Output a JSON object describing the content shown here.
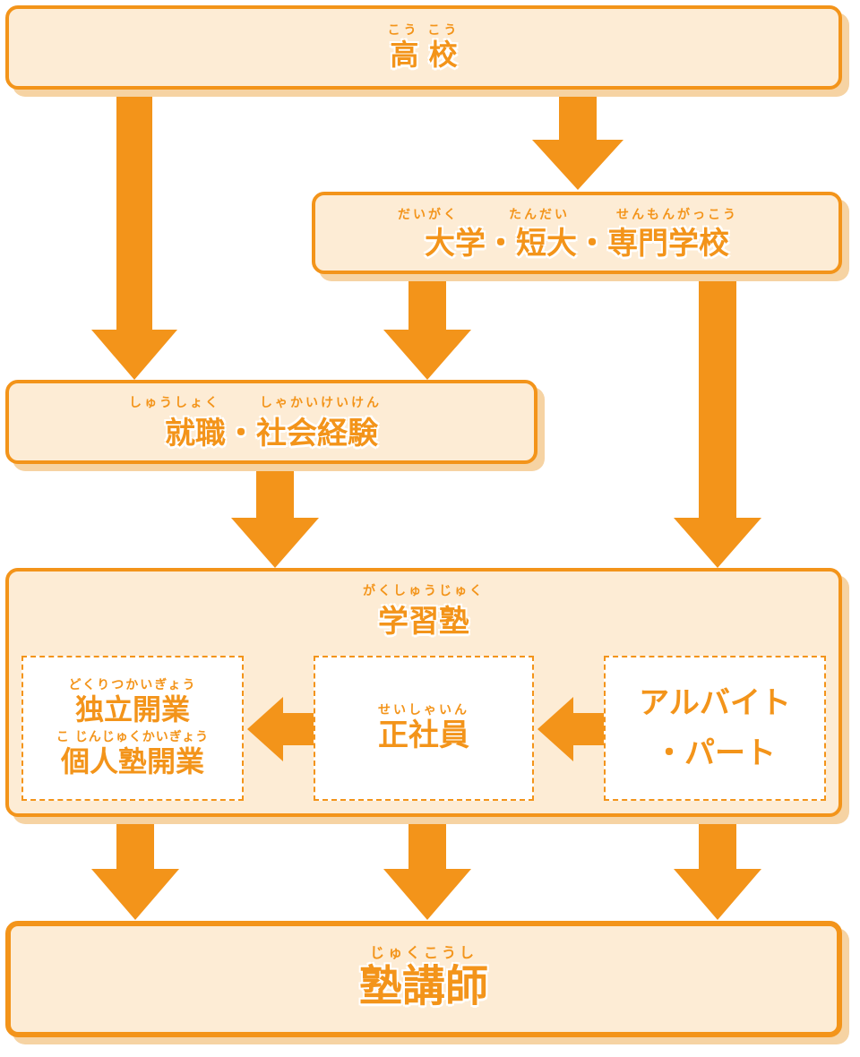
{
  "nodes": {
    "high_school": {
      "ruby": "こう こう",
      "title": "高 校"
    },
    "university": {
      "ruby_parts": [
        "だいがく",
        "たんだい",
        "せんもんがっこう"
      ],
      "title": "大学・短大・専門学校"
    },
    "employment": {
      "ruby_parts": [
        "しゅうしょく",
        "しゃかいけいけん"
      ],
      "title": "就職・社会経験"
    },
    "cram_school": {
      "ruby": "がくしゅうじゅく",
      "title": "学習塾",
      "independent": {
        "ruby1": "どくりつかいぎょう",
        "title1": "独立開業",
        "ruby2": "こ じんじゅくかいぎょう",
        "title2": "個人塾開業"
      },
      "full_time": {
        "ruby": "せいしゃいん",
        "title": "正社員"
      },
      "part_time": {
        "line1": "アルバイト",
        "line2": "・パート"
      }
    },
    "cram_teacher": {
      "ruby": "じゅくこうし",
      "title": "塾講師"
    }
  },
  "colors": {
    "accent": "#f3941a",
    "fill": "#fdecd5",
    "shadow": "#f6d3a3"
  }
}
